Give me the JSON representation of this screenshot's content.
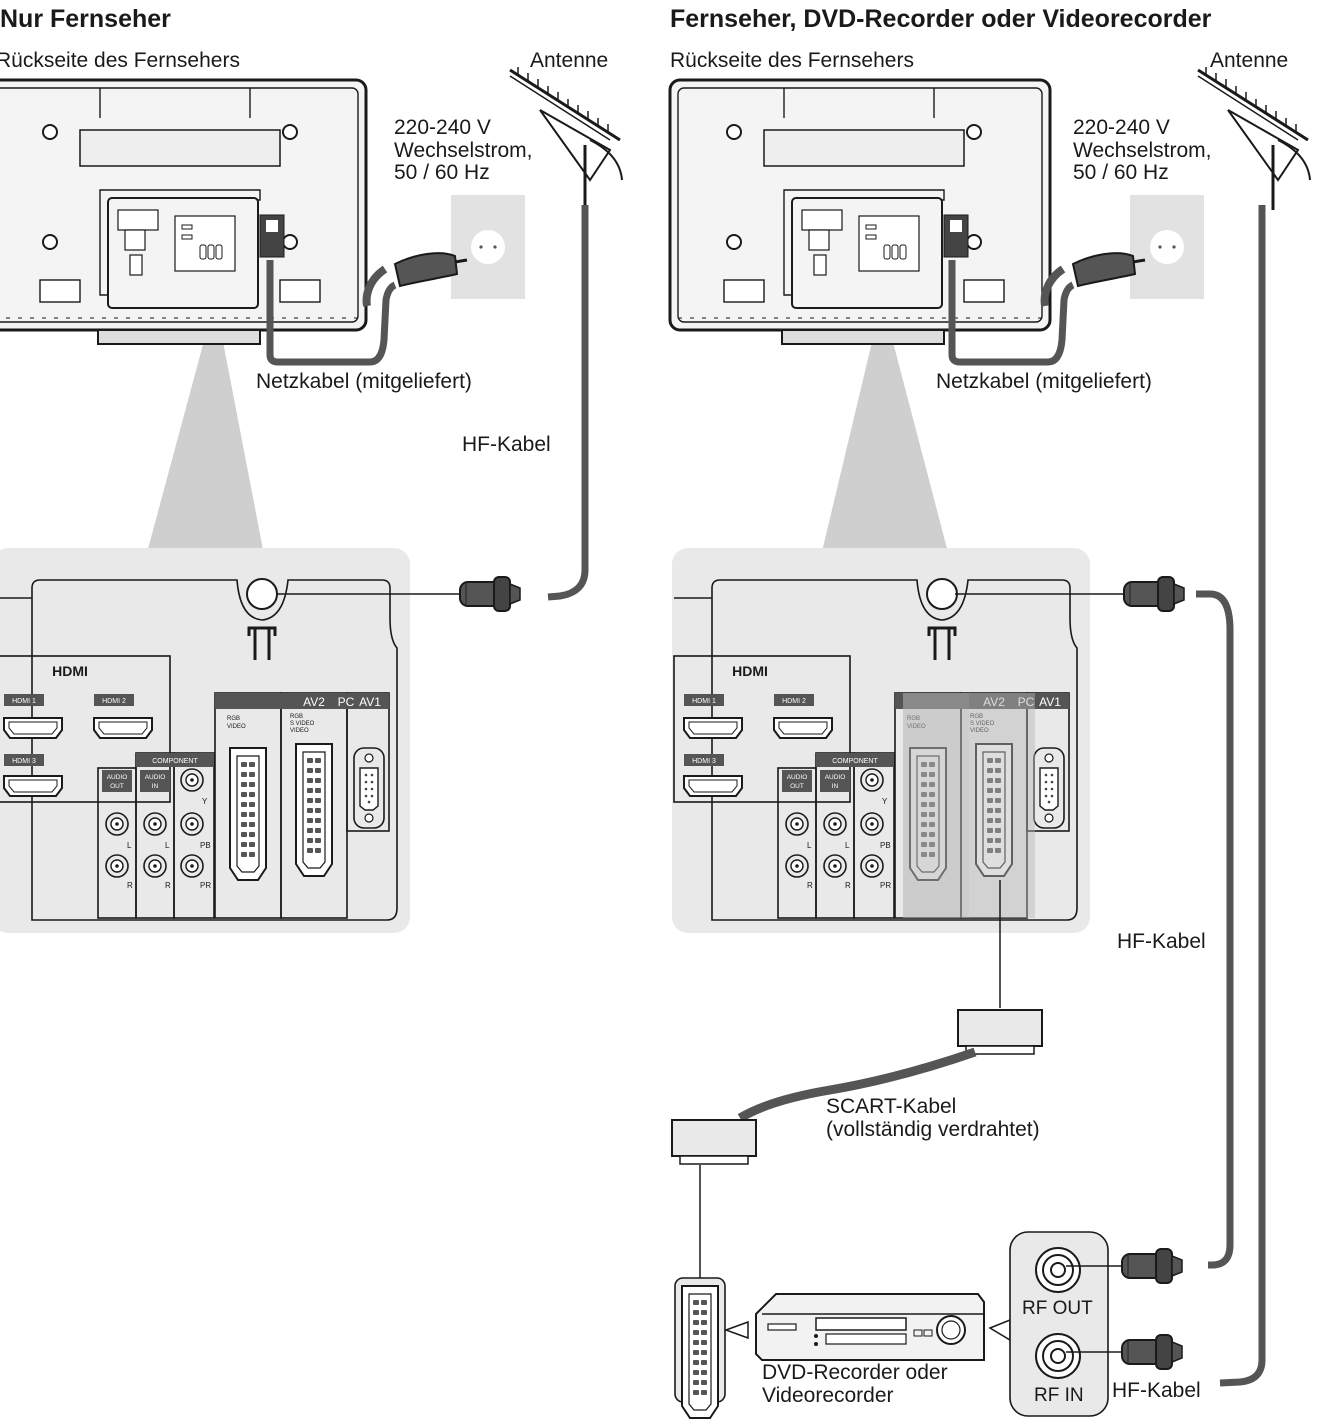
{
  "left": {
    "heading": "Nur Fernseher",
    "rear_label": "Rückseite des Fernsehers",
    "antenna_label": "Antenne",
    "power_label": "220-240 V\nWechselstrom,\n50 / 60 Hz",
    "mains_cable_label": "Netzkabel (mitgeliefert)",
    "rf_cable_label": "HF-Kabel"
  },
  "right": {
    "heading": "Fernseher, DVD-Recorder oder Videorecorder",
    "rear_label": "Rückseite des Fernsehers",
    "antenna_label": "Antenne",
    "power_label": "220-240 V\nWechselstrom,\n50 / 60 Hz",
    "mains_cable_label": "Netzkabel (mitgeliefert)",
    "rf_cable_label_1": "HF-Kabel",
    "scart_cable_label": "SCART-Kabel\n(vollständig verdrahtet)",
    "recorder_label": "DVD-Recorder oder\nVideorecorder",
    "rf_out_label": "RF OUT",
    "rf_in_label": "RF IN",
    "rf_cable_label_2": "HF-Kabel"
  },
  "panel": {
    "hdmi_logo": "HDMI",
    "hdmi1": "HDMI 1",
    "hdmi2": "HDMI 2",
    "hdmi3": "HDMI 3",
    "component": "COMPONENT",
    "audio_out": "AUDIO\nOUT",
    "audio_in": "AUDIO\nIN",
    "av2": "AV2",
    "pc": "PC",
    "av1": "AV1",
    "rgb_video": "RGB\nVIDEO",
    "rgb_svideo": "RGB\nS VIDEO\nVIDEO",
    "l": "L",
    "r": "R",
    "y": "Y",
    "pb": "PB",
    "pr": "PR"
  },
  "colors": {
    "line": "#1a1a1a",
    "panel_bg": "#e9e9e9",
    "beam": "#cfcfcf",
    "tv_body": "#f4f4f4",
    "cable": "#555555",
    "highlight": "#b5b5b5"
  }
}
